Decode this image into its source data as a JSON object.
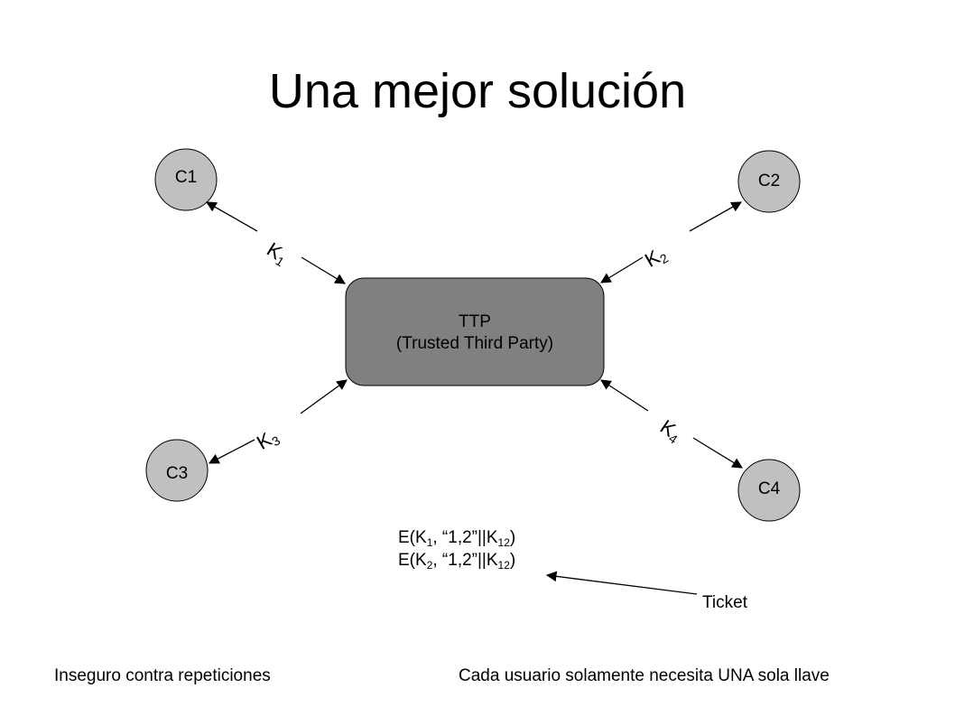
{
  "title": "Una mejor solución",
  "nodes": {
    "c1": "C1",
    "c2": "C2",
    "c3": "C3",
    "c4": "C4"
  },
  "ttp": {
    "line1": "TTP",
    "line2": "(Trusted Third Party)"
  },
  "keys": {
    "k1": {
      "base": "K",
      "sub": "1"
    },
    "k2": {
      "base": "K",
      "sub": "2"
    },
    "k3": {
      "base": "K",
      "sub": "3"
    },
    "k4": {
      "base": "K",
      "sub": "4"
    }
  },
  "messages": {
    "m1": {
      "prefix": "E(K",
      "sub_a": "1",
      "middle": ", “1,2”||K",
      "sub_b": "12",
      "suffix": ")"
    },
    "m2": {
      "prefix": "E(K",
      "sub_a": "2",
      "middle": ", “1,2”||K",
      "sub_b": "12",
      "suffix": ")"
    }
  },
  "ticket": "Ticket",
  "footer": {
    "left": "Inseguro contra repeticiones",
    "right": "Cada usuario solamente necesita UNA sola llave"
  },
  "colors": {
    "client_fill": "#c0c0c0",
    "ttp_fill": "#808080"
  }
}
